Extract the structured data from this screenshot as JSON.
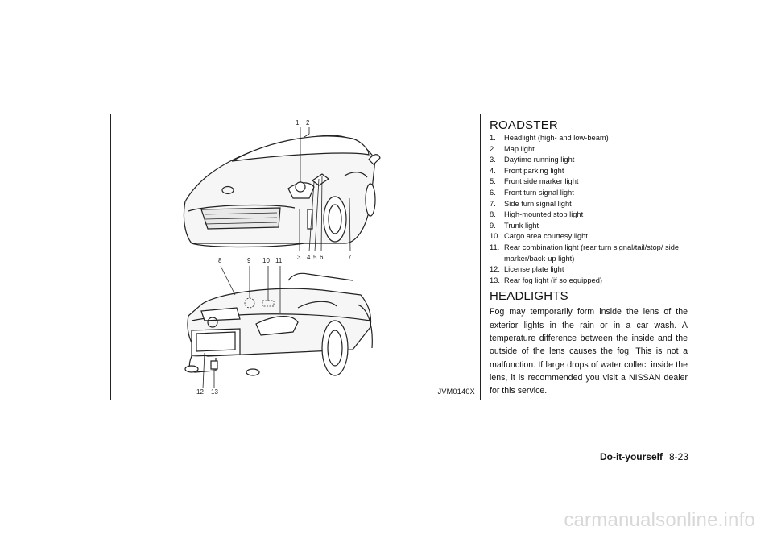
{
  "figure": {
    "code": "JVM0140X",
    "front_callouts": [
      "1",
      "2",
      "3",
      "4",
      "5",
      "6",
      "7"
    ],
    "rear_callouts": [
      "8",
      "9",
      "10",
      "11",
      "12",
      "13"
    ]
  },
  "roadster": {
    "heading": "ROADSTER",
    "items": [
      {
        "num": "1.",
        "text": "Headlight (high- and low-beam)"
      },
      {
        "num": "2.",
        "text": "Map light"
      },
      {
        "num": "3.",
        "text": "Daytime running light"
      },
      {
        "num": "4.",
        "text": "Front parking light"
      },
      {
        "num": "5.",
        "text": "Front side marker light"
      },
      {
        "num": "6.",
        "text": "Front turn signal light"
      },
      {
        "num": "7.",
        "text": "Side turn signal light"
      },
      {
        "num": "8.",
        "text": "High-mounted stop light"
      },
      {
        "num": "9.",
        "text": "Trunk light"
      },
      {
        "num": "10.",
        "text": "Cargo area courtesy light"
      },
      {
        "num": "11.",
        "text": "Rear combination light (rear turn signal/tail/stop/ side marker/back-up light)"
      },
      {
        "num": "12.",
        "text": "License plate light"
      },
      {
        "num": "13.",
        "text": "Rear fog light (if so equipped)"
      }
    ]
  },
  "headlights": {
    "heading": "HEADLIGHTS",
    "paragraph": "Fog may temporarily form inside the lens of the exterior lights in the rain or in a car wash. A temperature difference between the inside and the outside of the lens causes the fog. This is not a malfunction. If large drops of water collect inside the lens, it is recommended you visit a NISSAN dealer for this service."
  },
  "footer": {
    "section": "Do-it-yourself",
    "page": "8-23"
  },
  "watermark": "carmanualsonline.info"
}
